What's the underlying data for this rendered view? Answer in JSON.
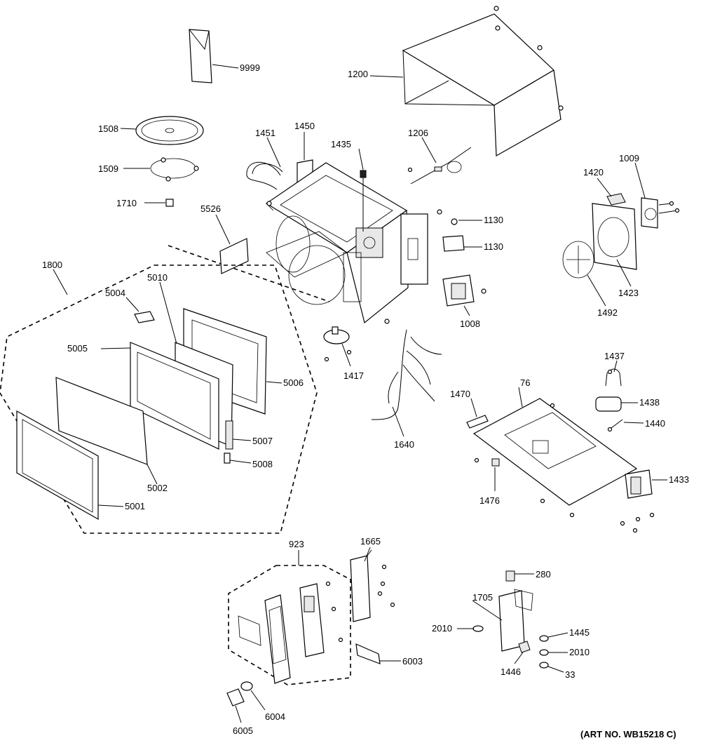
{
  "art_no": "(ART NO. WB15218 C)",
  "labels": {
    "p9999": "9999",
    "p1200": "1200",
    "p1508": "1508",
    "p1509": "1509",
    "p1710": "1710",
    "p1451": "1451",
    "p1450": "1450",
    "p1435": "1435",
    "p1206": "1206",
    "p1420": "1420",
    "p1009": "1009",
    "p1130a": "1130",
    "p1130b": "1130",
    "p5526": "5526",
    "p1423": "1423",
    "p1492": "1492",
    "p1008": "1008",
    "p1800": "1800",
    "p5004": "5004",
    "p5010": "5010",
    "p5005": "5005",
    "p5006": "5006",
    "p1417": "1417",
    "p1437": "1437",
    "p1470": "1470",
    "p76": "76",
    "p1438": "1438",
    "p1440": "1440",
    "p5007": "5007",
    "p5008": "5008",
    "p1640": "1640",
    "p5002": "5002",
    "p5001": "5001",
    "p1433": "1433",
    "p1476": "1476",
    "p923": "923",
    "p1665": "1665",
    "p280": "280",
    "p1705": "1705",
    "p2010a": "2010",
    "p1445": "1445",
    "p2010b": "2010",
    "p6003": "6003",
    "p1446": "1446",
    "p33": "33",
    "p6004": "6004",
    "p6005": "6005"
  }
}
